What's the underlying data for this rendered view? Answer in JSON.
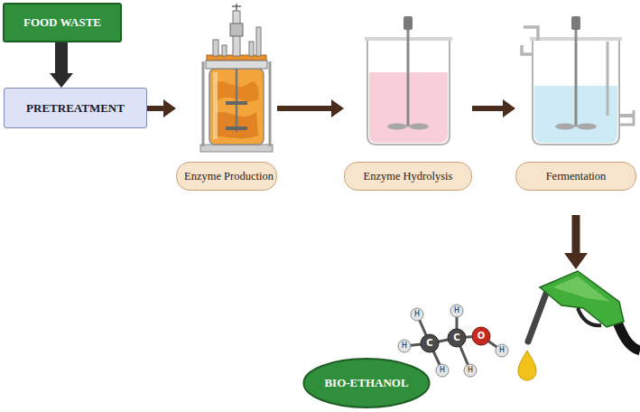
{
  "diagram": {
    "nodes": [
      {
        "text": [
          "FOOD WASTE"
        ]
      },
      {
        "text": [
          "PRETREATMENT"
        ]
      },
      {
        "text": [
          "Enzyme Production"
        ]
      },
      {
        "text": [
          "Enzyme Hydrolysis"
        ]
      },
      {
        "text": [
          "Fermentation"
        ]
      },
      {
        "text": [
          "BIO-ETHANOL"
        ]
      }
    ],
    "edges": [
      {
        "from": 0,
        "to": 1,
        "arrow": "to"
      },
      {
        "from": 1,
        "to": 2,
        "arrow": "to"
      },
      {
        "from": 2,
        "to": 3,
        "arrow": "to"
      },
      {
        "from": 3,
        "to": 4,
        "arrow": "to"
      }
    ],
    "labels": [
      "H",
      "H",
      "H",
      "C",
      "C",
      "O",
      "H",
      "H",
      "H"
    ]
  }
}
